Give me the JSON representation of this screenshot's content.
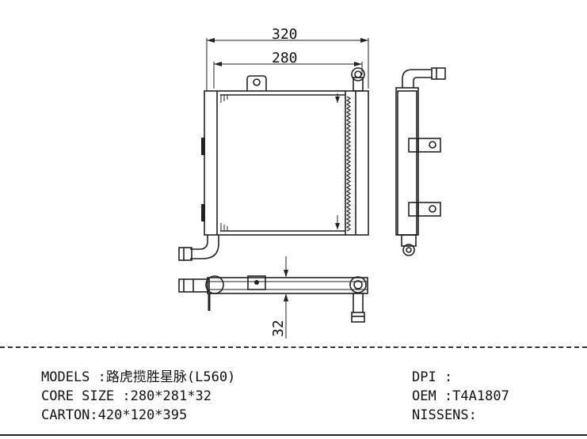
{
  "dimensions": {
    "overall_width": "320",
    "core_width": "280",
    "thickness": "32"
  },
  "specs": {
    "models": "MODELS :路虎揽胜星脉(L560)",
    "core_size": "CORE SIZE :280*281*32",
    "carton": "CARTON:420*120*395",
    "dpi": "DPI :",
    "oem": "OEM :T4A1807",
    "nissens": "NISSENS:"
  }
}
